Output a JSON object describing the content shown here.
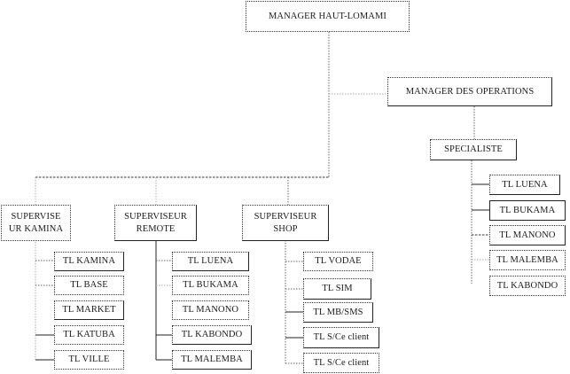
{
  "chart": {
    "root": {
      "label": "MANAGER HAUT-LOMAMI"
    },
    "operations_manager": {
      "label": "MANAGER DES OPERATIONS"
    },
    "specialist": {
      "label": "SPECIALISTE",
      "team_leaders": [
        "TL LUENA",
        "TL BUKAMA",
        "TL MANONO",
        "TL MALEMBA",
        "TL KABONDO"
      ]
    },
    "supervisors": [
      {
        "label_line1": "SUPERVISE",
        "label_line2": "UR KAMINA",
        "team_leaders": [
          "TL KAMINA",
          "TL BASE",
          "TL MARKET",
          "TL KATUBA",
          "TL VILLE"
        ]
      },
      {
        "label_line1": "SUPERVISEUR",
        "label_line2": "REMOTE",
        "team_leaders": [
          "TL LUENA",
          "TL BUKAMA",
          "TL MANONO",
          "TL KABONDO",
          "TL MALEMBA"
        ]
      },
      {
        "label_line1": "SUPERVISEUR",
        "label_line2": "SHOP",
        "team_leaders": [
          "TL VODAE",
          "TL SIM",
          "TL MB/SMS",
          "TL S/Ce client",
          "TL S/Ce client"
        ]
      }
    ]
  }
}
